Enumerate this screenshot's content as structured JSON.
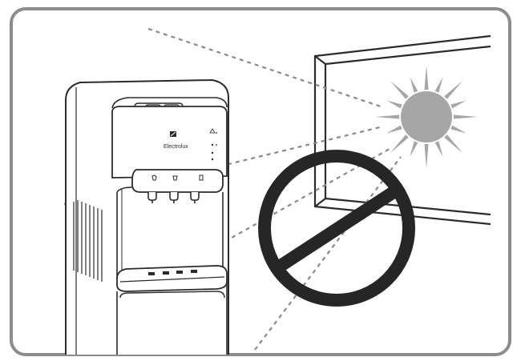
{
  "illustration": {
    "subject": "water-dispenser-away-from-direct-sunlight",
    "brand_label": "Electrolux",
    "colors": {
      "frame_border": "#8c8c8c",
      "outline": "#2b2b2b",
      "sun_fill": "#a6a6a6",
      "prohibition_sign": "#262626",
      "sunlight_rays": "#8a8a8a"
    },
    "icons": [
      "sun-icon",
      "prohibition-icon",
      "window-frame",
      "water-dispenser"
    ]
  }
}
